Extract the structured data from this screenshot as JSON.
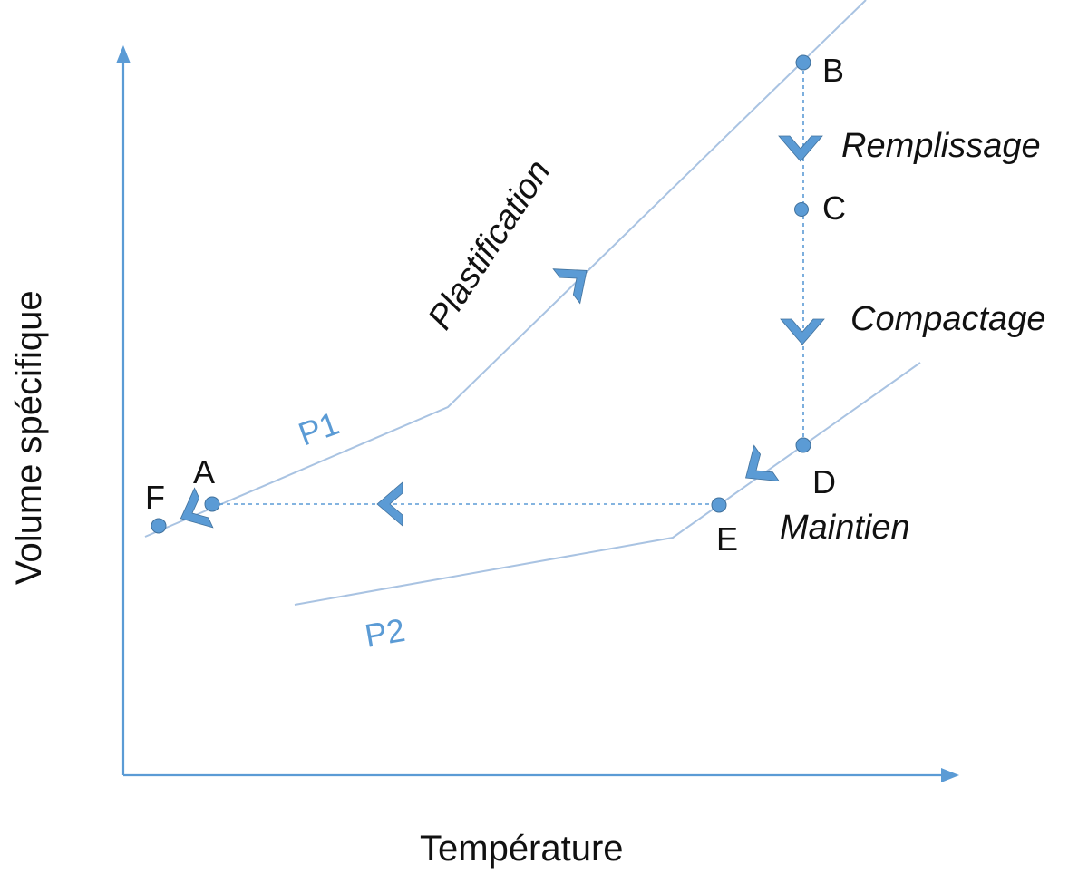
{
  "axes": {
    "x_label": "Température",
    "y_label": "Volume spécifique"
  },
  "curves": {
    "p1": "P1",
    "p2": "P2"
  },
  "points": {
    "a": "A",
    "b": "B",
    "c": "C",
    "d": "D",
    "e": "E",
    "f": "F"
  },
  "phases": {
    "plastification": "Plastification",
    "remplissage": "Remplissage",
    "compactage": "Compactage",
    "maintien": "Maintien"
  },
  "colors": {
    "axis": "#5B9BD5",
    "curve": "#A9C3E2",
    "marker": "#5B9BD5",
    "text": "#111111"
  }
}
